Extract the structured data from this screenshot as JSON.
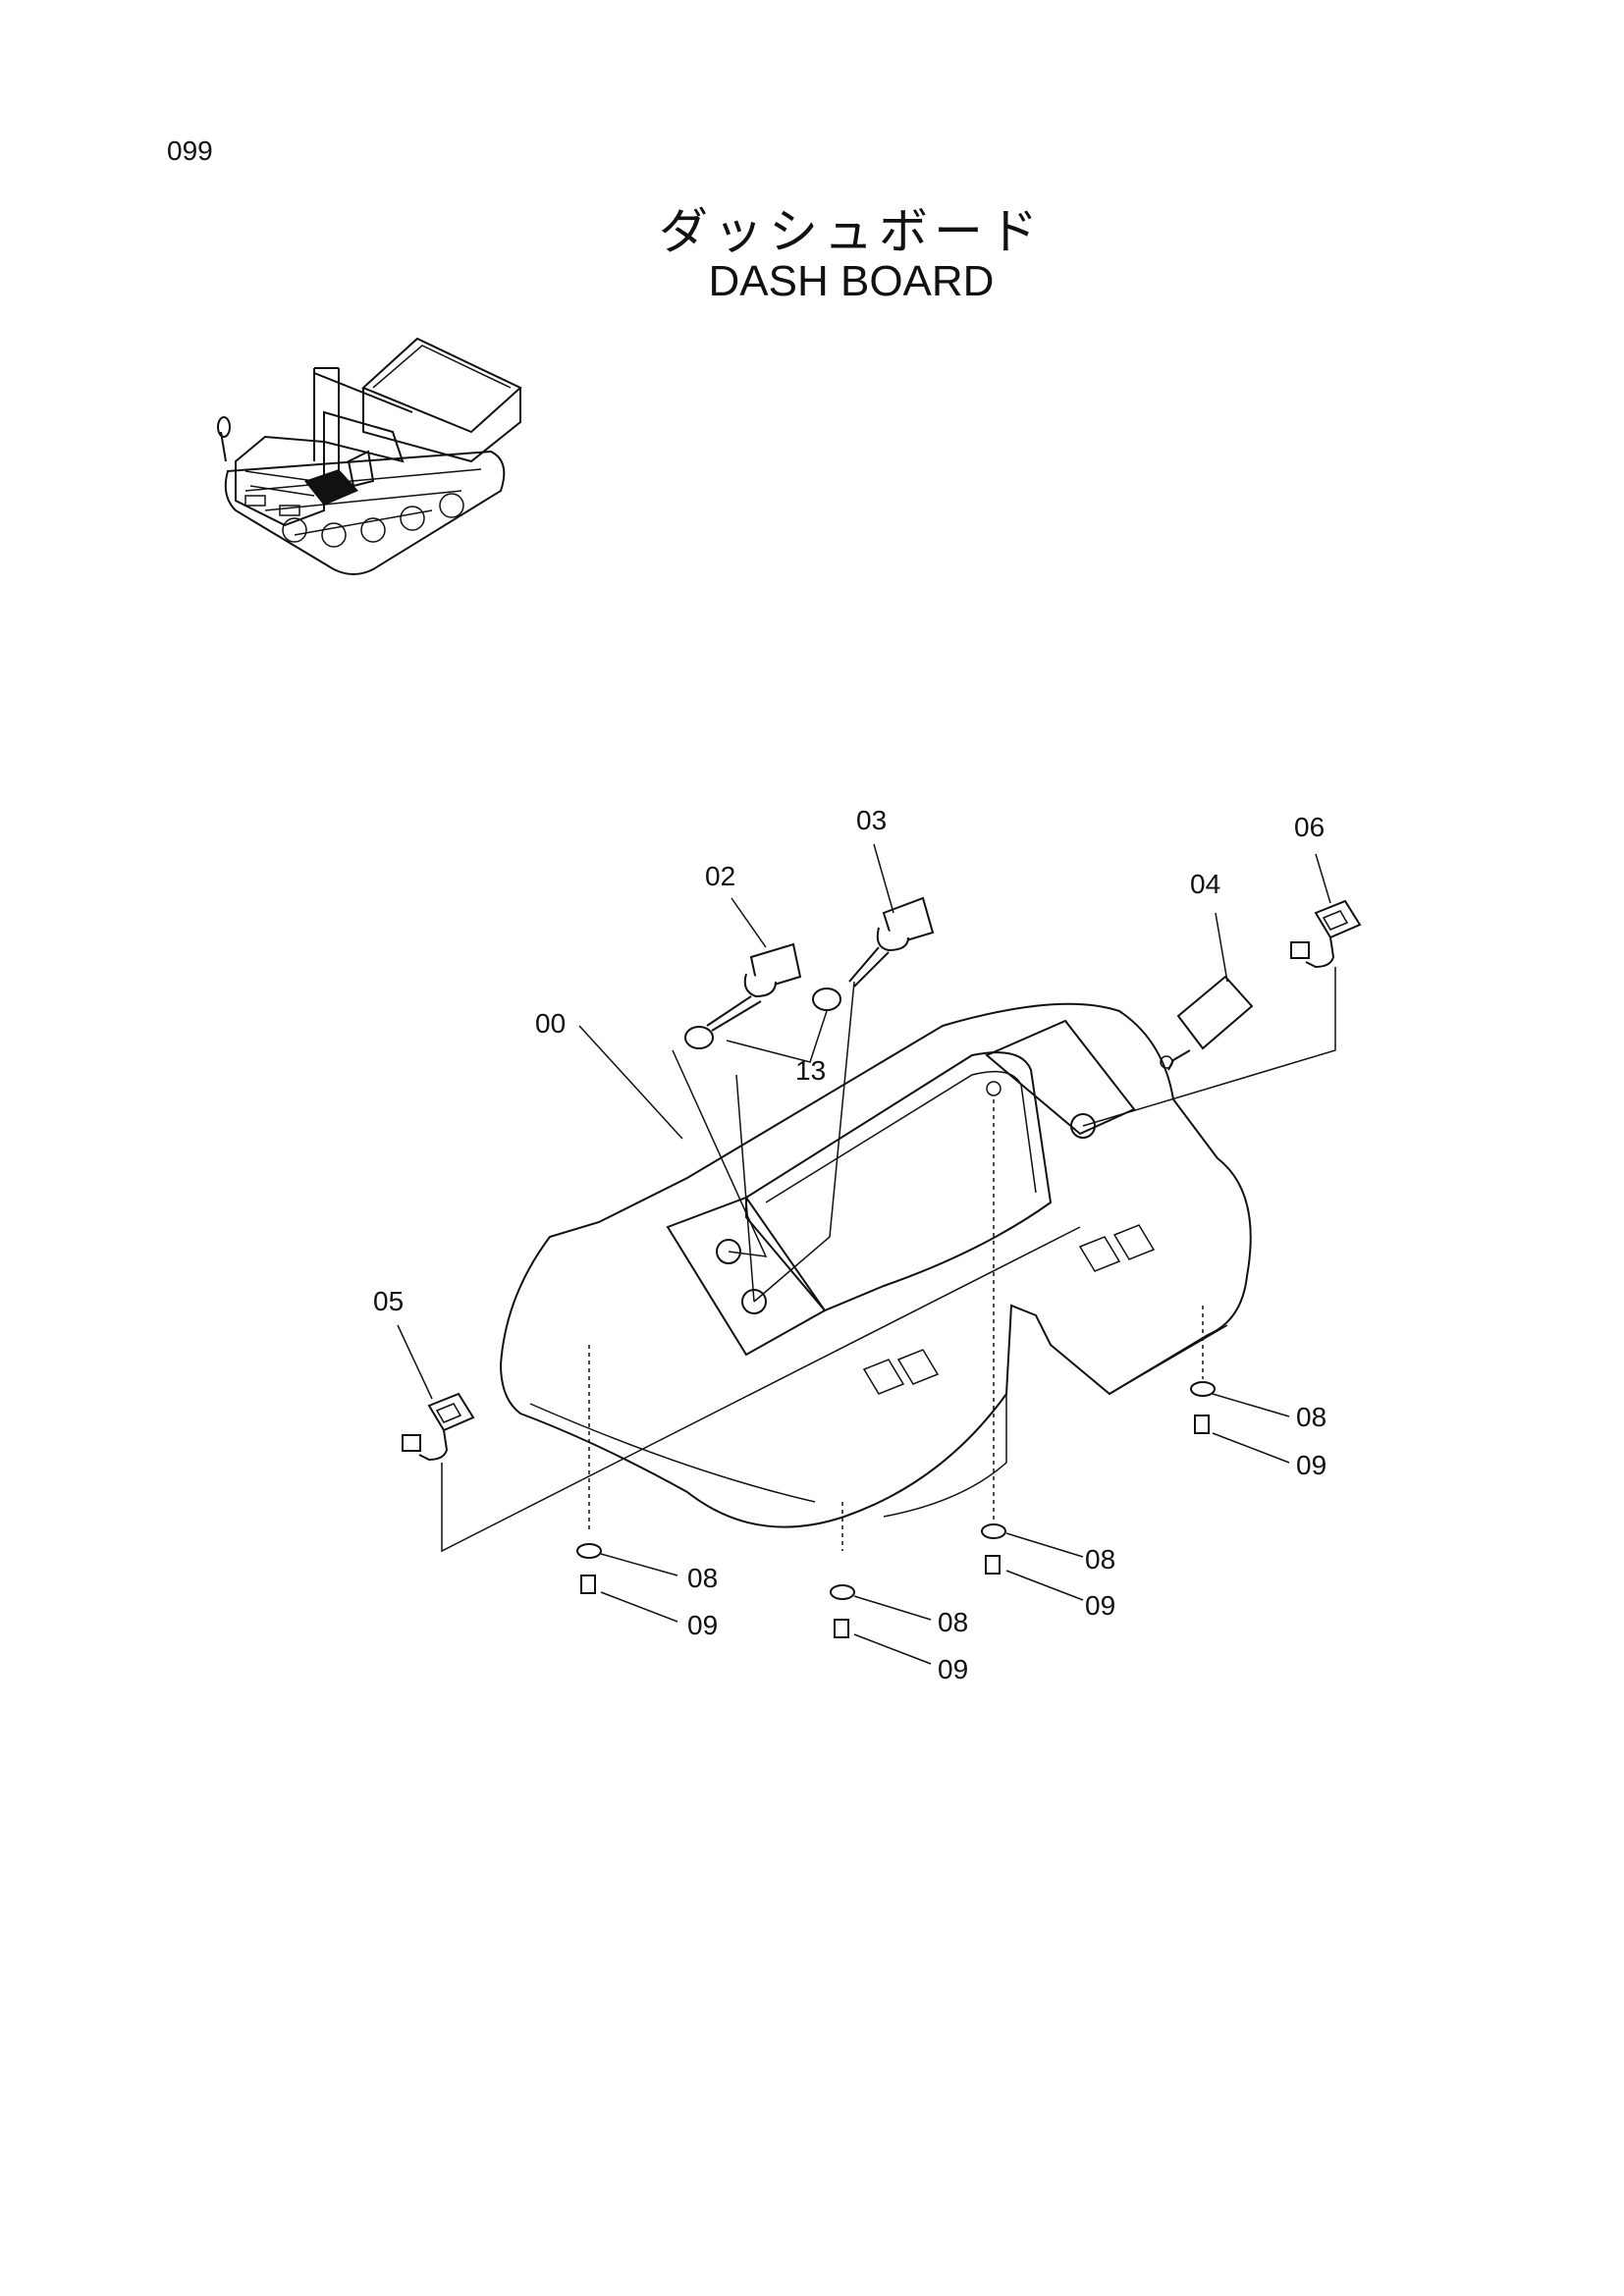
{
  "page": {
    "number": "099"
  },
  "title": {
    "japanese": "ダッシュボード",
    "english": "DASH BOARD"
  },
  "callouts": {
    "c00": "00",
    "c02": "02",
    "c03": "03",
    "c04": "04",
    "c05": "05",
    "c06": "06",
    "c13": "13",
    "c08a": "08",
    "c09a": "09",
    "c08b": "08",
    "c09b": "09",
    "c08c": "08",
    "c09c": "09",
    "c08d": "08",
    "c09d": "09"
  }
}
